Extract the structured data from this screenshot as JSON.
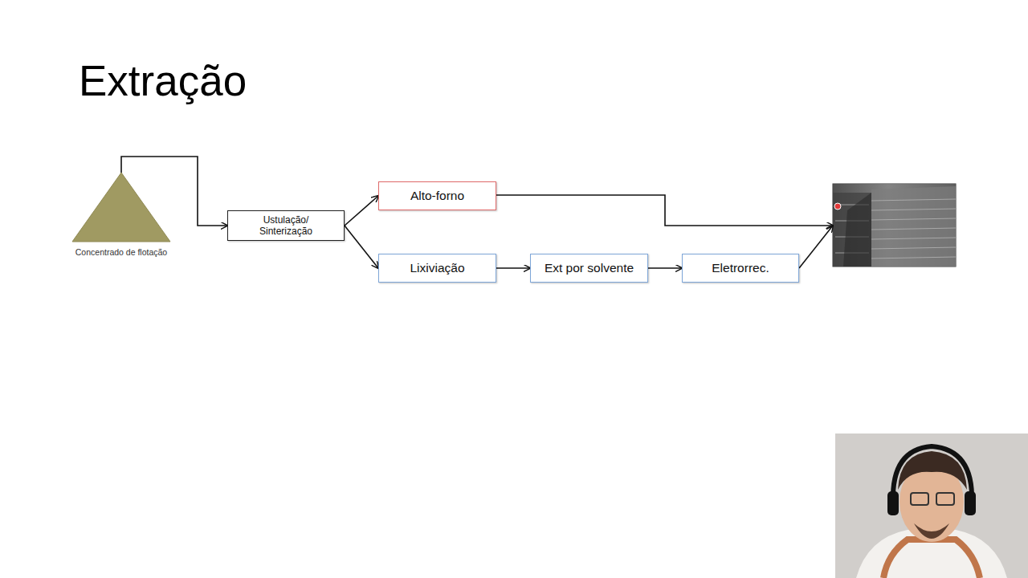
{
  "diagram": {
    "title": "Extração",
    "nodes": [
      {
        "text": [
          "Concentrado de flotação"
        ]
      },
      {
        "text": [
          "Ustulação/ Sinterização"
        ]
      },
      {
        "text": [
          "Alto-forno"
        ]
      },
      {
        "text": [
          "Lixiviação"
        ]
      },
      {
        "text": [
          "Ext por solvente"
        ]
      },
      {
        "text": [
          "Eletrorrec."
        ]
      }
    ],
    "edges": [
      {
        "from": 0,
        "to": 1,
        "arrow": "to"
      },
      {
        "from": 1,
        "to": 2,
        "arrow": "to"
      },
      {
        "from": 1,
        "to": 3,
        "arrow": "to"
      },
      {
        "from": 3,
        "to": 4,
        "arrow": "to"
      },
      {
        "from": 4,
        "to": 5,
        "arrow": "to"
      }
    ]
  }
}
